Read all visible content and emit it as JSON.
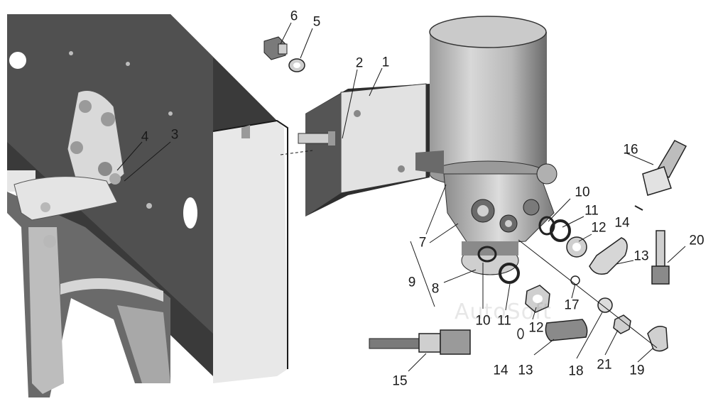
{
  "diagram": {
    "labels": [
      "1",
      "2",
      "3",
      "4",
      "5",
      "6",
      "7",
      "8",
      "9",
      "10",
      "10",
      "11",
      "11",
      "12",
      "12",
      "13",
      "13",
      "14",
      "14",
      "15",
      "16",
      "17",
      "18",
      "19",
      "20",
      "21"
    ],
    "watermark": "AutoSoft"
  },
  "colors": {
    "ink": "#1a1a1a",
    "shade_dark": "#2b2b2b",
    "shade_mid": "#8a8a8a",
    "shade_light": "#cfcfcf",
    "paper": "#ffffff"
  }
}
